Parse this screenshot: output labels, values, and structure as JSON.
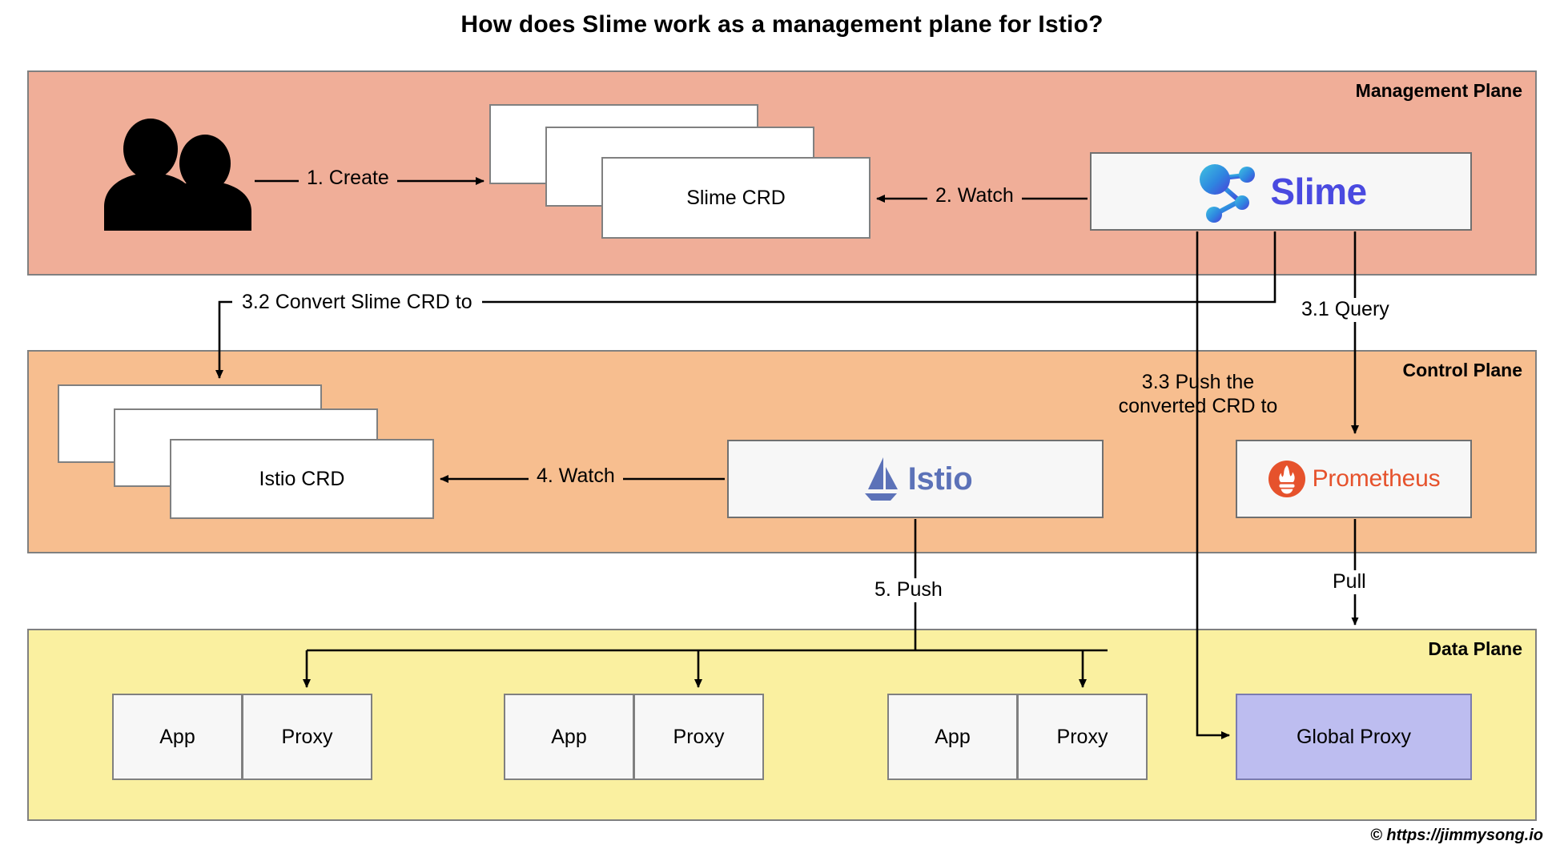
{
  "title": "How does Slime work as a management plane for Istio?",
  "footer": "© https://jimmysong.io",
  "colors": {
    "management_plane_bg": "#F0AE98",
    "control_plane_bg": "#F7BE8F",
    "data_plane_bg": "#FAF0A0",
    "global_proxy_bg": "#BDBDF0",
    "slime_brand": "#4A4AE0",
    "istio_brand": "#5C72B8",
    "prometheus_brand": "#E6522C",
    "box_border": "#808080",
    "arrow": "#000000"
  },
  "planes": {
    "management": {
      "label": "Management Plane"
    },
    "control": {
      "label": "Control Plane"
    },
    "data": {
      "label": "Data Plane"
    }
  },
  "management": {
    "actor": {
      "name": "users-icon",
      "label": ""
    },
    "crd_stack": {
      "label": "Slime CRD",
      "count": 3
    },
    "slime": {
      "label": "Slime",
      "icon": "slime-node-graph-icon"
    }
  },
  "control": {
    "crd_stack": {
      "label": "Istio CRD",
      "count": 3
    },
    "istio": {
      "label": "Istio",
      "icon": "istio-sailboat-icon"
    },
    "prometheus": {
      "label": "Prometheus",
      "icon": "prometheus-torch-icon"
    }
  },
  "data": {
    "workloads": [
      {
        "app": "App",
        "proxy": "Proxy"
      },
      {
        "app": "App",
        "proxy": "Proxy"
      },
      {
        "app": "App",
        "proxy": "Proxy"
      }
    ],
    "global_proxy": {
      "label": "Global Proxy"
    }
  },
  "edges": {
    "create": "1. Create",
    "watch_slime": "2. Watch",
    "query": "3.1 Query",
    "convert": "3.2 Convert Slime CRD to",
    "push_converted_line1": "3.3 Push the",
    "push_converted_line2": "converted CRD to",
    "watch_istio": "4. Watch",
    "push": "5. Push",
    "pull": "Pull"
  },
  "chart_data": {
    "type": "diagram",
    "title": "How does Slime work as a management plane for Istio?",
    "layers": [
      {
        "name": "Management Plane",
        "nodes": [
          "Users",
          "Slime CRD",
          "Slime"
        ]
      },
      {
        "name": "Control Plane",
        "nodes": [
          "Istio CRD",
          "Istio",
          "Prometheus"
        ]
      },
      {
        "name": "Data Plane",
        "nodes": [
          "App+Proxy",
          "App+Proxy",
          "App+Proxy",
          "Global Proxy"
        ]
      }
    ],
    "edges": [
      {
        "from": "Users",
        "to": "Slime CRD",
        "label": "1. Create"
      },
      {
        "from": "Slime",
        "to": "Slime CRD",
        "label": "2. Watch"
      },
      {
        "from": "Slime",
        "to": "Prometheus",
        "label": "3.1 Query"
      },
      {
        "from": "Slime",
        "to": "Istio CRD",
        "label": "3.2 Convert Slime CRD to"
      },
      {
        "from": "Slime",
        "to": "Global Proxy",
        "label": "3.3 Push the converted CRD to"
      },
      {
        "from": "Istio",
        "to": "Istio CRD",
        "label": "4. Watch"
      },
      {
        "from": "Istio",
        "to": "Proxy",
        "label": "5. Push"
      },
      {
        "from": "Prometheus",
        "to": "Global Proxy",
        "label": "Pull"
      }
    ]
  }
}
